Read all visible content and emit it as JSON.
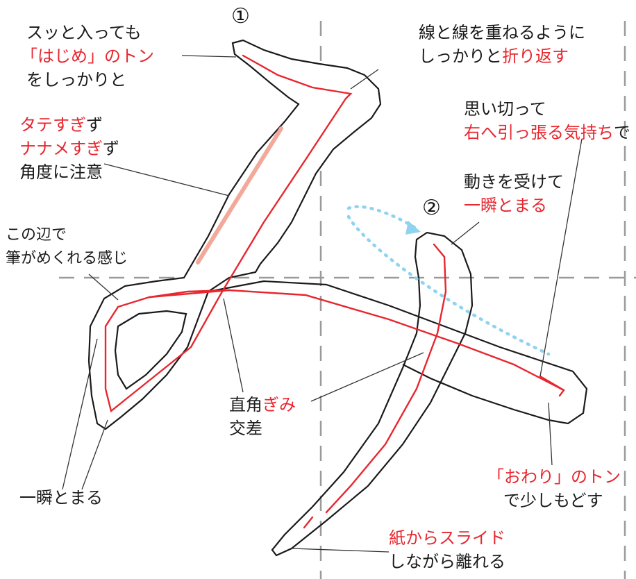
{
  "markers": {
    "stroke1": "①",
    "stroke2": "②"
  },
  "labels": {
    "start_line1": "スッと入っても",
    "start_line2": "「はじめ」のトン",
    "start_line3": "をしっかりと",
    "fold_line1": "線と線を重ねるように",
    "fold_line2a": "しっかりと",
    "fold_line2b": "折り返す",
    "angle_line1": "タテすぎ",
    "angle_line1b": "ず",
    "angle_line2": "ナナメすぎ",
    "angle_line2b": "ず",
    "angle_line3": "角度に注意",
    "edge_line1": "この辺で",
    "edge_line2": "筆がめくれる感じ",
    "pull_line1": "思い切って",
    "pull_line2": "右へ引っ張る気持ち",
    "pull_line2b": "で",
    "stop_line1": "動きを受けて",
    "stop_line2": "一瞬とまる",
    "pause_left": "一瞬とまる",
    "cross_line1a": "直角",
    "cross_line1b": "ぎみ",
    "cross_line2": "交差",
    "end_line1": "「おわり」のトン",
    "end_line2": "で少しもどす",
    "slide_line1": "紙からスライド",
    "slide_line2": "しながら離れる"
  },
  "colors": {
    "accent_red": "#e8262e",
    "guide_pink": "#f2a99a",
    "motion_blue": "#8fd3ee",
    "outline": "#1a1a1a",
    "guide_gray": "#9a9a9a"
  }
}
